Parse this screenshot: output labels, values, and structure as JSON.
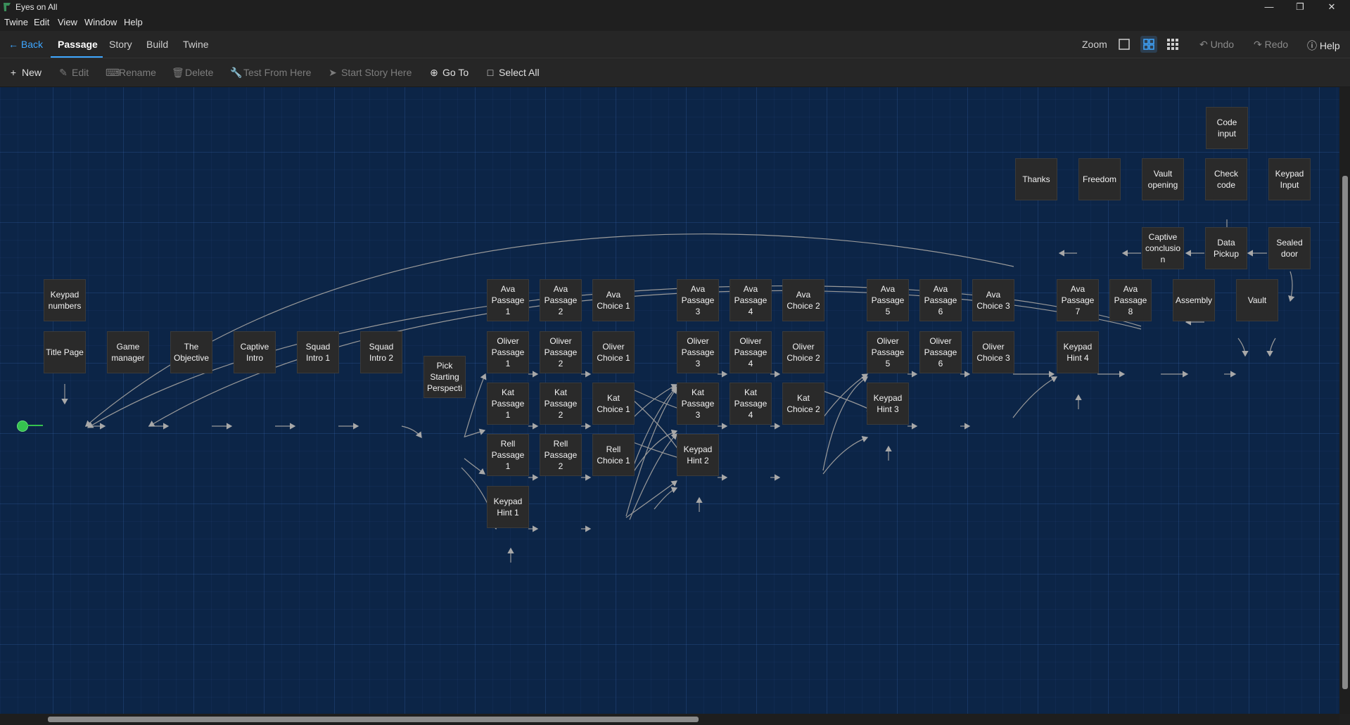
{
  "window": {
    "title": "Eyes on All"
  },
  "menu": [
    "Twine",
    "Edit",
    "View",
    "Window",
    "Help"
  ],
  "topbar": {
    "back": "Back",
    "tabs": [
      "Passage",
      "Story",
      "Build",
      "Twine"
    ],
    "zoom": "Zoom",
    "undo": "Undo",
    "redo": "Redo",
    "help": "Help"
  },
  "toolbar": {
    "new": "New",
    "edit": "Edit",
    "rename": "Rename",
    "delete": "Delete",
    "test_from_here": "Test From Here",
    "start_story_here": "Start Story Here",
    "go_to": "Go To",
    "select_all": "Select All"
  },
  "passages": {
    "code_input": "Code input",
    "thanks": "Thanks",
    "freedom": "Freedom",
    "vault_opening": "Vault opening",
    "check_code": "Check code",
    "keypad_input": "Keypad Input",
    "captive_conclusion": "Captive conclusion",
    "data_pickup": "Data Pickup",
    "sealed_door": "Sealed door",
    "keypad_numbers": "Keypad numbers",
    "title_page": "Title Page",
    "game_manager": "Game manager",
    "the_objective": "The Objective",
    "captive_intro": "Captive Intro",
    "squad_intro_1": "Squad Intro 1",
    "squad_intro_2": "Squad Intro 2",
    "pick_starting": "Pick Starting Perspective",
    "ava_p1": "Ava Passage 1",
    "ava_p2": "Ava Passage 2",
    "ava_c1": "Ava Choice 1",
    "ava_p3": "Ava Passage 3",
    "ava_p4": "Ava Passage 4",
    "ava_c2": "Ava Choice 2",
    "ava_p5": "Ava Passage 5",
    "ava_p6": "Ava Passage 6",
    "ava_c3": "Ava Choice 3",
    "ava_p7": "Ava Passage 7",
    "ava_p8": "Ava Passage 8",
    "assembly": "Assembly",
    "vault": "Vault",
    "oli_p1": "Oliver Passage 1",
    "oli_p2": "Oliver Passage 2",
    "oli_c1": "Oliver Choice 1",
    "oli_p3": "Oliver Passage 3",
    "oli_p4": "Oliver Passage 4",
    "oli_c2": "Oliver Choice 2",
    "oli_p5": "Oliver Passage 5",
    "oli_p6": "Oliver Passage 6",
    "oli_c3": "Oliver Choice 3",
    "keypad_hint_4": "Keypad Hint 4",
    "kat_p1": "Kat Passage 1",
    "kat_p2": "Kat Passage 2",
    "kat_c1": "Kat Choice 1",
    "kat_p3": "Kat Passage 3",
    "kat_p4": "Kat Passage 4",
    "kat_c2": "Kat Choice 2",
    "keypad_hint_3": "Keypad Hint 3",
    "rell_p1": "Rell Passage 1",
    "rell_p2": "Rell Passage 2",
    "rell_c1": "Rell Choice 1",
    "keypad_hint_2": "Keypad Hint 2",
    "keypad_hint_1": "Keypad Hint 1"
  },
  "colors": {
    "canvas": "#0c2547",
    "passage_card": "#2a2a2a",
    "accent": "#3ea6ff",
    "start_marker": "#35c24f"
  }
}
